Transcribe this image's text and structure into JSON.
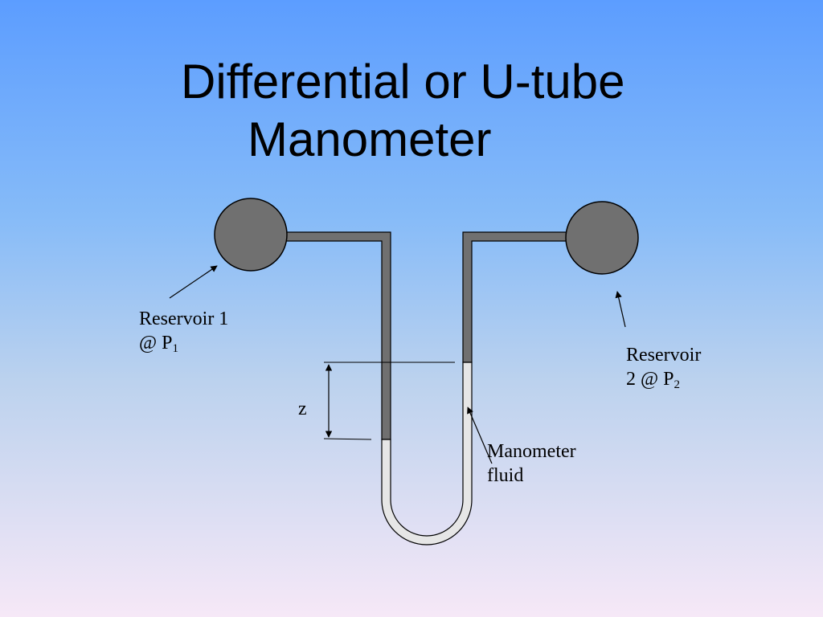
{
  "slide": {
    "title_line1": "Differential or U-tube",
    "title_line2": "Manometer"
  },
  "labels": {
    "reservoir1_line1": "Reservoir 1",
    "reservoir1_line2_prefix": "@ P",
    "reservoir1_subscript": "1",
    "reservoir2_line1": "Reservoir",
    "reservoir2_line2_prefix": "2 @ P",
    "reservoir2_subscript": "2",
    "z": "z",
    "fluid_line1": "Manometer",
    "fluid_line2": "fluid"
  },
  "colors": {
    "reservoir_fill": "#707070",
    "pipe_fill": "#707070",
    "manometer_fluid": "#e6e6e6",
    "outline": "#000000"
  }
}
